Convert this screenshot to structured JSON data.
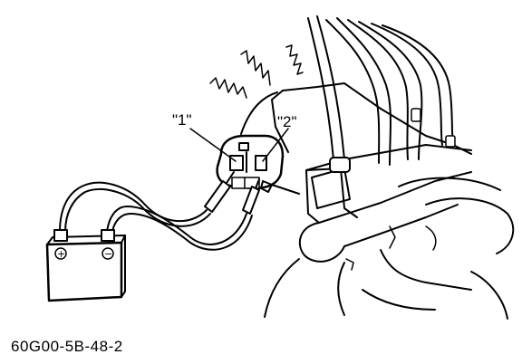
{
  "figure": {
    "code": "60G00-5B-48-2"
  },
  "labels": {
    "terminal_1": "\"1\"",
    "terminal_2": "\"2\""
  },
  "battery": {
    "positive_symbol": "+",
    "negative_symbol": "−"
  }
}
